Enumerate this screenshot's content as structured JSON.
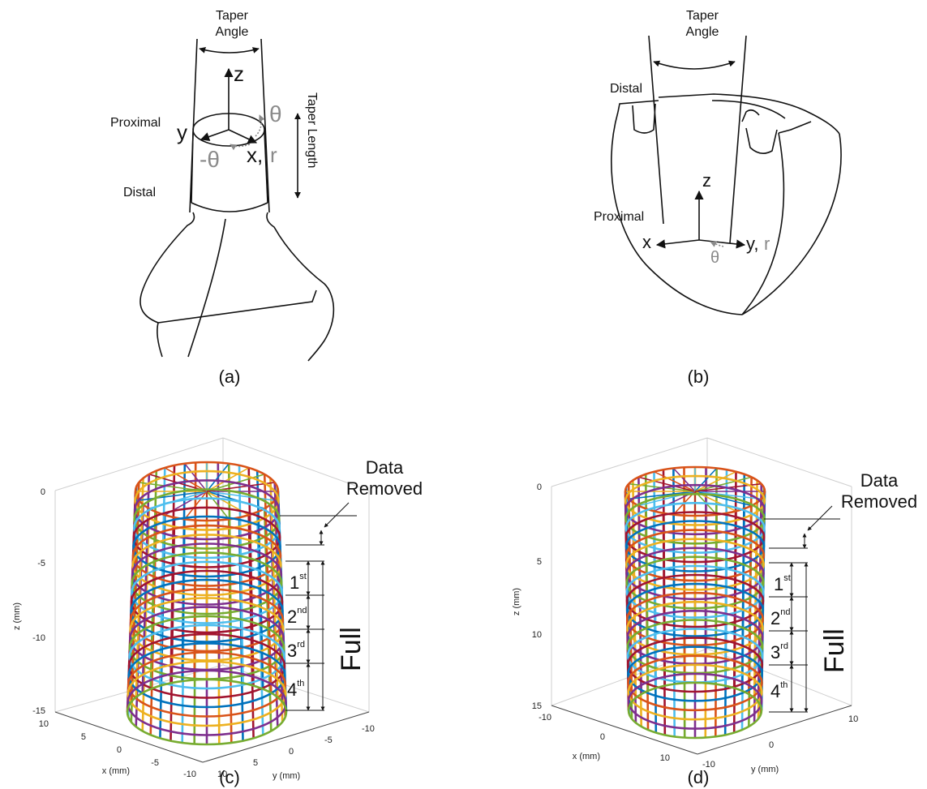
{
  "panel_a": {
    "taper_angle_1": "Taper",
    "taper_angle_2": "Angle",
    "axis_z": "z",
    "axis_y": "y",
    "axis_xr_x": "x,",
    "axis_xr_r": "r",
    "theta": "θ",
    "neg_theta": "-θ",
    "proximal": "Proximal",
    "distal": "Distal",
    "taper_length": "Taper Length",
    "caption": "(a)"
  },
  "panel_b": {
    "taper_angle_1": "Taper",
    "taper_angle_2": "Angle",
    "distal": "Distal",
    "proximal": "Proximal",
    "axis_z": "z",
    "axis_x": "x",
    "axis_yr_y": "y,",
    "axis_yr_r": "r",
    "theta": "θ",
    "caption": "(b)"
  },
  "panel_c": {
    "caption": "(c)",
    "z_label": "z (mm)",
    "x_label": "x (mm)",
    "y_label": "y (mm)",
    "z_ticks": [
      "0",
      "-5",
      "-10",
      "-15"
    ],
    "x_ticks": [
      "10",
      "5",
      "0",
      "-5",
      "-10"
    ],
    "y_ticks": [
      "10",
      "5",
      "0",
      "-5",
      "-10"
    ],
    "data_removed_1": "Data",
    "data_removed_2": "Removed",
    "full": "Full",
    "sections": [
      {
        "n": "1",
        "sup": "st"
      },
      {
        "n": "2",
        "sup": "nd"
      },
      {
        "n": "3",
        "sup": "rd"
      },
      {
        "n": "4",
        "sup": "th"
      }
    ]
  },
  "panel_d": {
    "caption": "(d)",
    "z_label": "z (mm)",
    "x_label": "x (mm)",
    "y_label": "y (mm)",
    "z_ticks": [
      "0",
      "5",
      "10",
      "15"
    ],
    "x_ticks": [
      "-10",
      "0",
      "10"
    ],
    "y_ticks": [
      "-10",
      "0",
      "10"
    ],
    "data_removed_1": "Data",
    "data_removed_2": "Removed",
    "full": "Full",
    "sections": [
      {
        "n": "1",
        "sup": "st"
      },
      {
        "n": "2",
        "sup": "nd"
      },
      {
        "n": "3",
        "sup": "rd"
      },
      {
        "n": "4",
        "sup": "th"
      }
    ]
  },
  "colors": [
    "#0072BD",
    "#D95319",
    "#EDB120",
    "#7E2F8E",
    "#77AC30",
    "#4DBEEE",
    "#A2142F"
  ]
}
